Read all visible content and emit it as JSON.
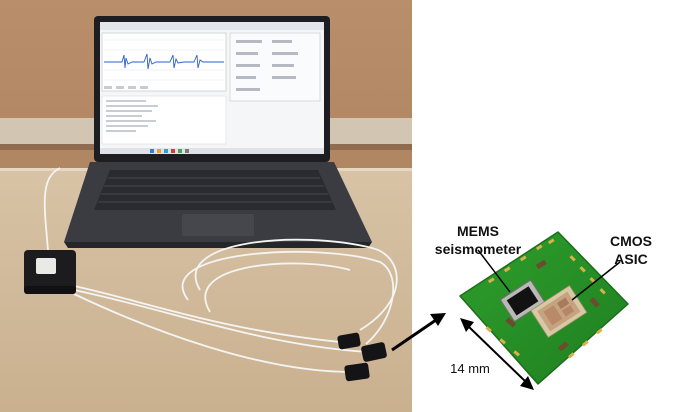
{
  "labels": {
    "mems_line1": "MEMS",
    "mems_line2": "seismometer",
    "cmos_line1": "CMOS",
    "cmos_line2": "ASIC",
    "dimension": "14 mm"
  }
}
